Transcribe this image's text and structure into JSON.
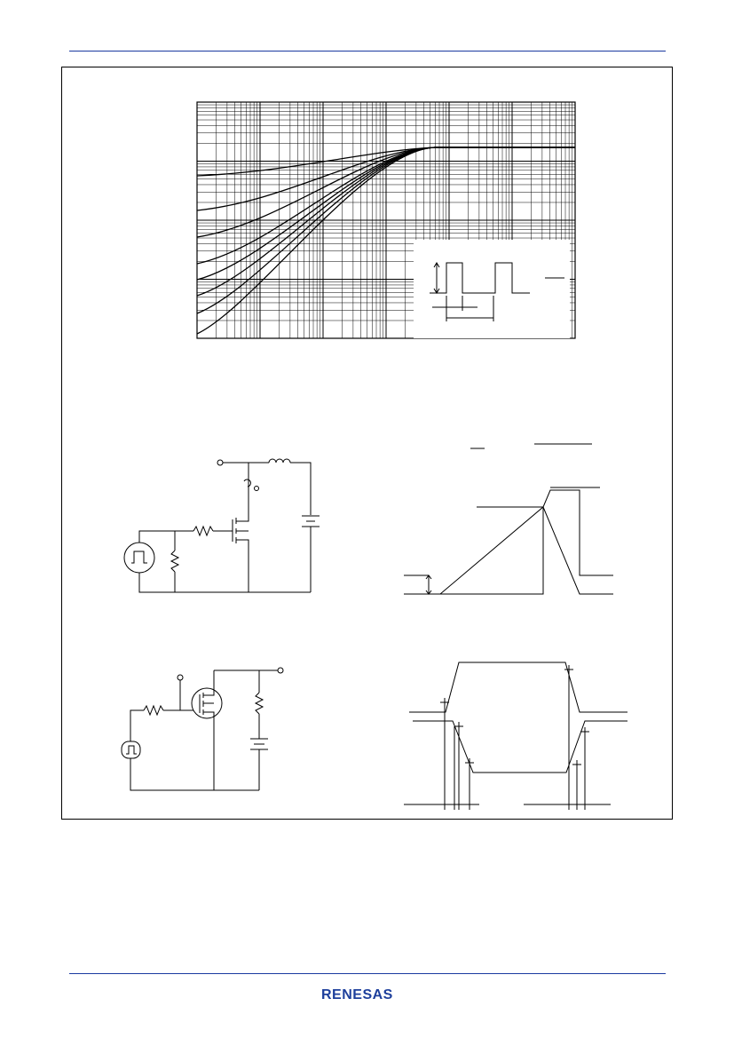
{
  "brand": {
    "logo_text": "RENESAS"
  },
  "colors": {
    "rule": "#1a3aa0",
    "logo": "#1d3f9c",
    "ink": "#000000"
  },
  "figures": [
    {
      "id": "transient-thermal-chart"
    },
    {
      "id": "avalanche-test-circuit"
    },
    {
      "id": "avalanche-waveform"
    },
    {
      "id": "switching-test-circuit"
    },
    {
      "id": "switching-waveform"
    }
  ]
}
